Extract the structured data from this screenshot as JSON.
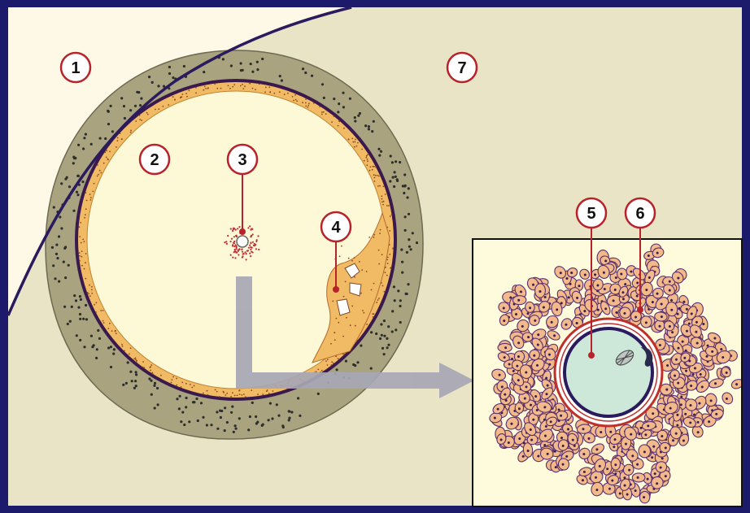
{
  "labels": {
    "one": "1",
    "two": "2",
    "three": "3",
    "four": "4",
    "five": "5",
    "six": "6",
    "seven": "7"
  },
  "colors": {
    "frame": "#1b1a6b",
    "stroma": "#e8e4c5",
    "surface": "#fdf9e6",
    "theca": "#a9a47f",
    "granulosa": "#f1bb66",
    "antrum": "#fdf8d6",
    "label_ring": "#b8222a",
    "arrow": "#a7a7b5",
    "oocyte": "#cde8d9",
    "cell": "#f2b98a"
  }
}
